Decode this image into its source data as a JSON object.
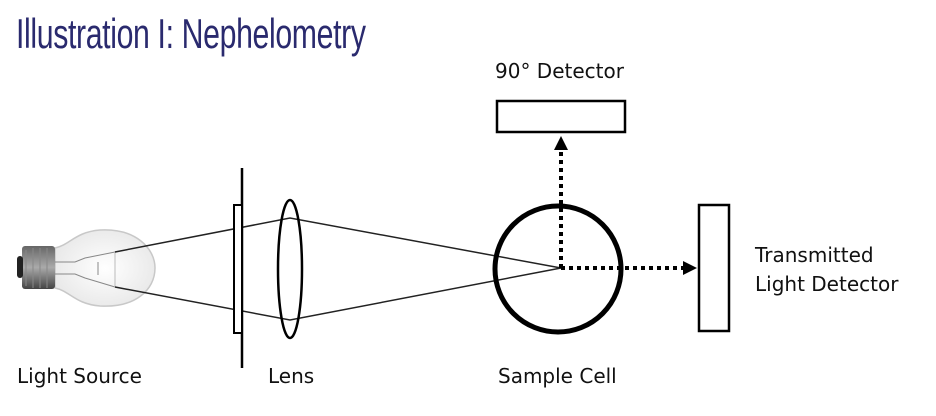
{
  "title": "Illustration I: Nephelometry",
  "labels": {
    "detector_90": "90° Detector",
    "transmitted_line1": "Transmitted",
    "transmitted_line2": "Light Detector",
    "light_source": "Light Source",
    "lens": "Lens",
    "sample_cell": "Sample Cell"
  },
  "colors": {
    "title": "#2a2a6e",
    "lines": "#000000"
  }
}
